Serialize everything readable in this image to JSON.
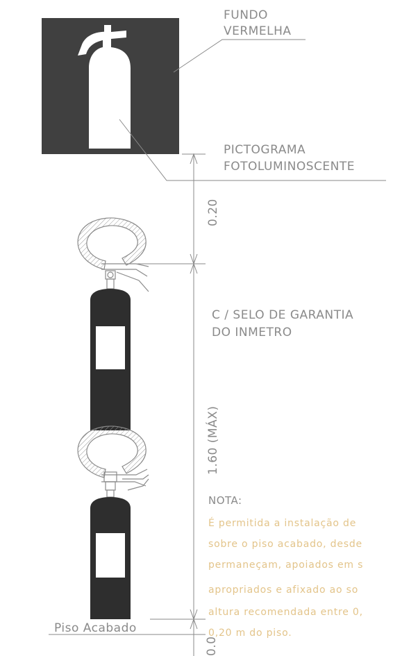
{
  "labels": {
    "fundo_line1": "FUNDO",
    "fundo_line2": "VERMELHA",
    "picto_line1": "PICTOGRAMA",
    "picto_line2": "FOTOLUMINOSCENTE",
    "dim_upper": "0.20",
    "dim_lower": "1.60 (MÁX)",
    "selo_line1": "C / SELO DE GARANTIA",
    "selo_line2": "DO INMETRO",
    "piso": "Piso Acabado",
    "bottom_glyph": "0.0"
  },
  "note": {
    "title": "NOTA:",
    "lines": [
      "É permitida a instalação de",
      "sobre o piso acabado, desde",
      "permaneçam, apoiados em s",
      "apropriados e afixado ao so",
      "altura recomendada entre 0,",
      "0,20 m do piso."
    ]
  },
  "colors": {
    "sign_background": "#404040",
    "extinguisher_body": "#2e2e2e",
    "line": "#8a8a8a",
    "note_text": "#e3c48a"
  }
}
